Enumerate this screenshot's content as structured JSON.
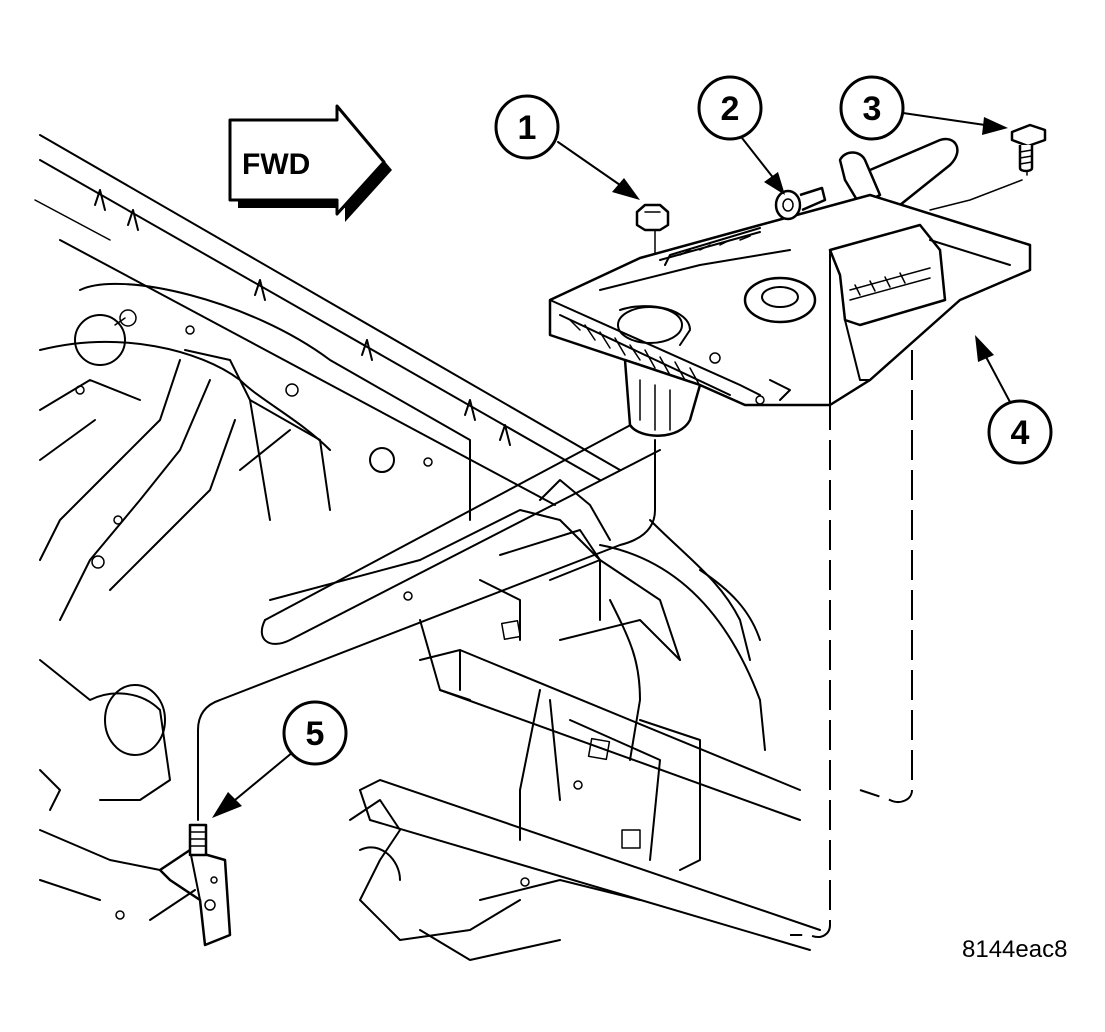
{
  "fwd_label": "FWD",
  "callouts": [
    {
      "number": "1"
    },
    {
      "number": "2"
    },
    {
      "number": "3"
    },
    {
      "number": "4"
    },
    {
      "number": "5"
    }
  ],
  "figure_code": "8144eac8"
}
